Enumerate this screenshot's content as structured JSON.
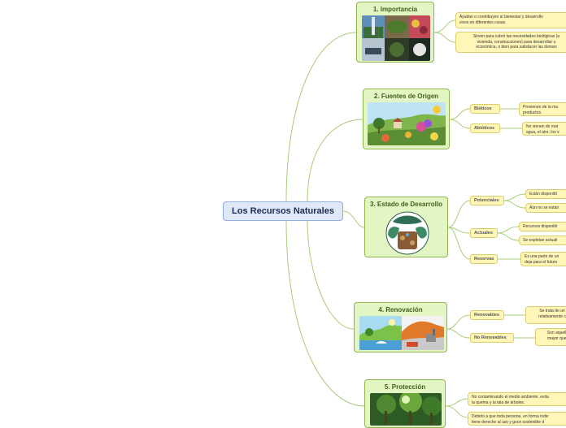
{
  "root": {
    "label": "Los Recursos Naturales"
  },
  "branches": {
    "b1": {
      "title": "1. Importancia"
    },
    "b2": {
      "title": "2. Fuentes de Origen"
    },
    "b3": {
      "title": "3. Estado de Desarrollo"
    },
    "b4": {
      "title": "4. Renovación"
    },
    "b5": {
      "title": "5. Protección"
    }
  },
  "categories": {
    "bioticos": "Bióticos",
    "abioticos": "Abióticos",
    "potenciales": "Potenciales",
    "actuales": "Actuales",
    "reservas": "Reservas",
    "renovables": "Renovables",
    "no_renovables": "No Renovables"
  },
  "leaves": {
    "imp1": "Ayudan o contribuyen al bienestar y desarrollo\nvivos en diferentes cosas.",
    "imp2": "Sirven para cubrir las necesidades biológicas (a\nvivienda, construcciones) para desarrollar u\neconómica, o bien para satisfacer las deman",
    "bio": "Provienen de la ma\nproductos.",
    "abio": "No vienen de mat\nagua, el aire, los v",
    "pot1": "Están disponibl",
    "pot2": "Aún no se están",
    "act1": "Recursos disponibl",
    "act2": "Se explotan actuali",
    "res": "Es una parte de un\ndeja para el futuro",
    "ren": "Se trata de un\nrelativamente c",
    "noren": "Son aquello\nmayor que l",
    "pro1": "No contaminando el medio ambiente, evita\nla quema y la tala de árboles.",
    "pro2": "Debido a que toda persona, en forma indiv\ntiene derecho al uso y goce sostenible d"
  },
  "colors": {
    "branch_fill": "#e4f5c4",
    "branch_border": "#8fb64c",
    "root_fill": "#e0e8f8",
    "root_border": "#8fb0e0",
    "note_fill": "#fff6b8",
    "note_border": "#dccd6c",
    "link": "#a8cc7a"
  }
}
